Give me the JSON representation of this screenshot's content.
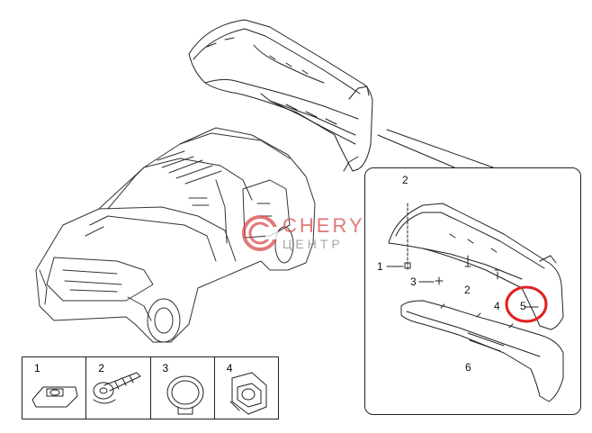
{
  "diagram": {
    "callouts": {
      "detail_header": "2",
      "screw_left": "1",
      "clip": "3",
      "bracket_fastener": "2",
      "nut": "4",
      "highlight_part": "5",
      "lower_cover": "6"
    },
    "legend": [
      {
        "num": "1",
        "icon": "clip-nut-icon"
      },
      {
        "num": "2",
        "icon": "screw-icon"
      },
      {
        "num": "3",
        "icon": "retaining-ring-icon"
      },
      {
        "num": "4",
        "icon": "bracket-icon"
      }
    ],
    "watermark": {
      "main": "CHERY",
      "sub": "ЦЕНТР"
    },
    "colors": {
      "line": "#222222",
      "highlight": "#e02020",
      "watermark_red": "#d94b4b",
      "watermark_grey": "#8a8a8a"
    }
  }
}
